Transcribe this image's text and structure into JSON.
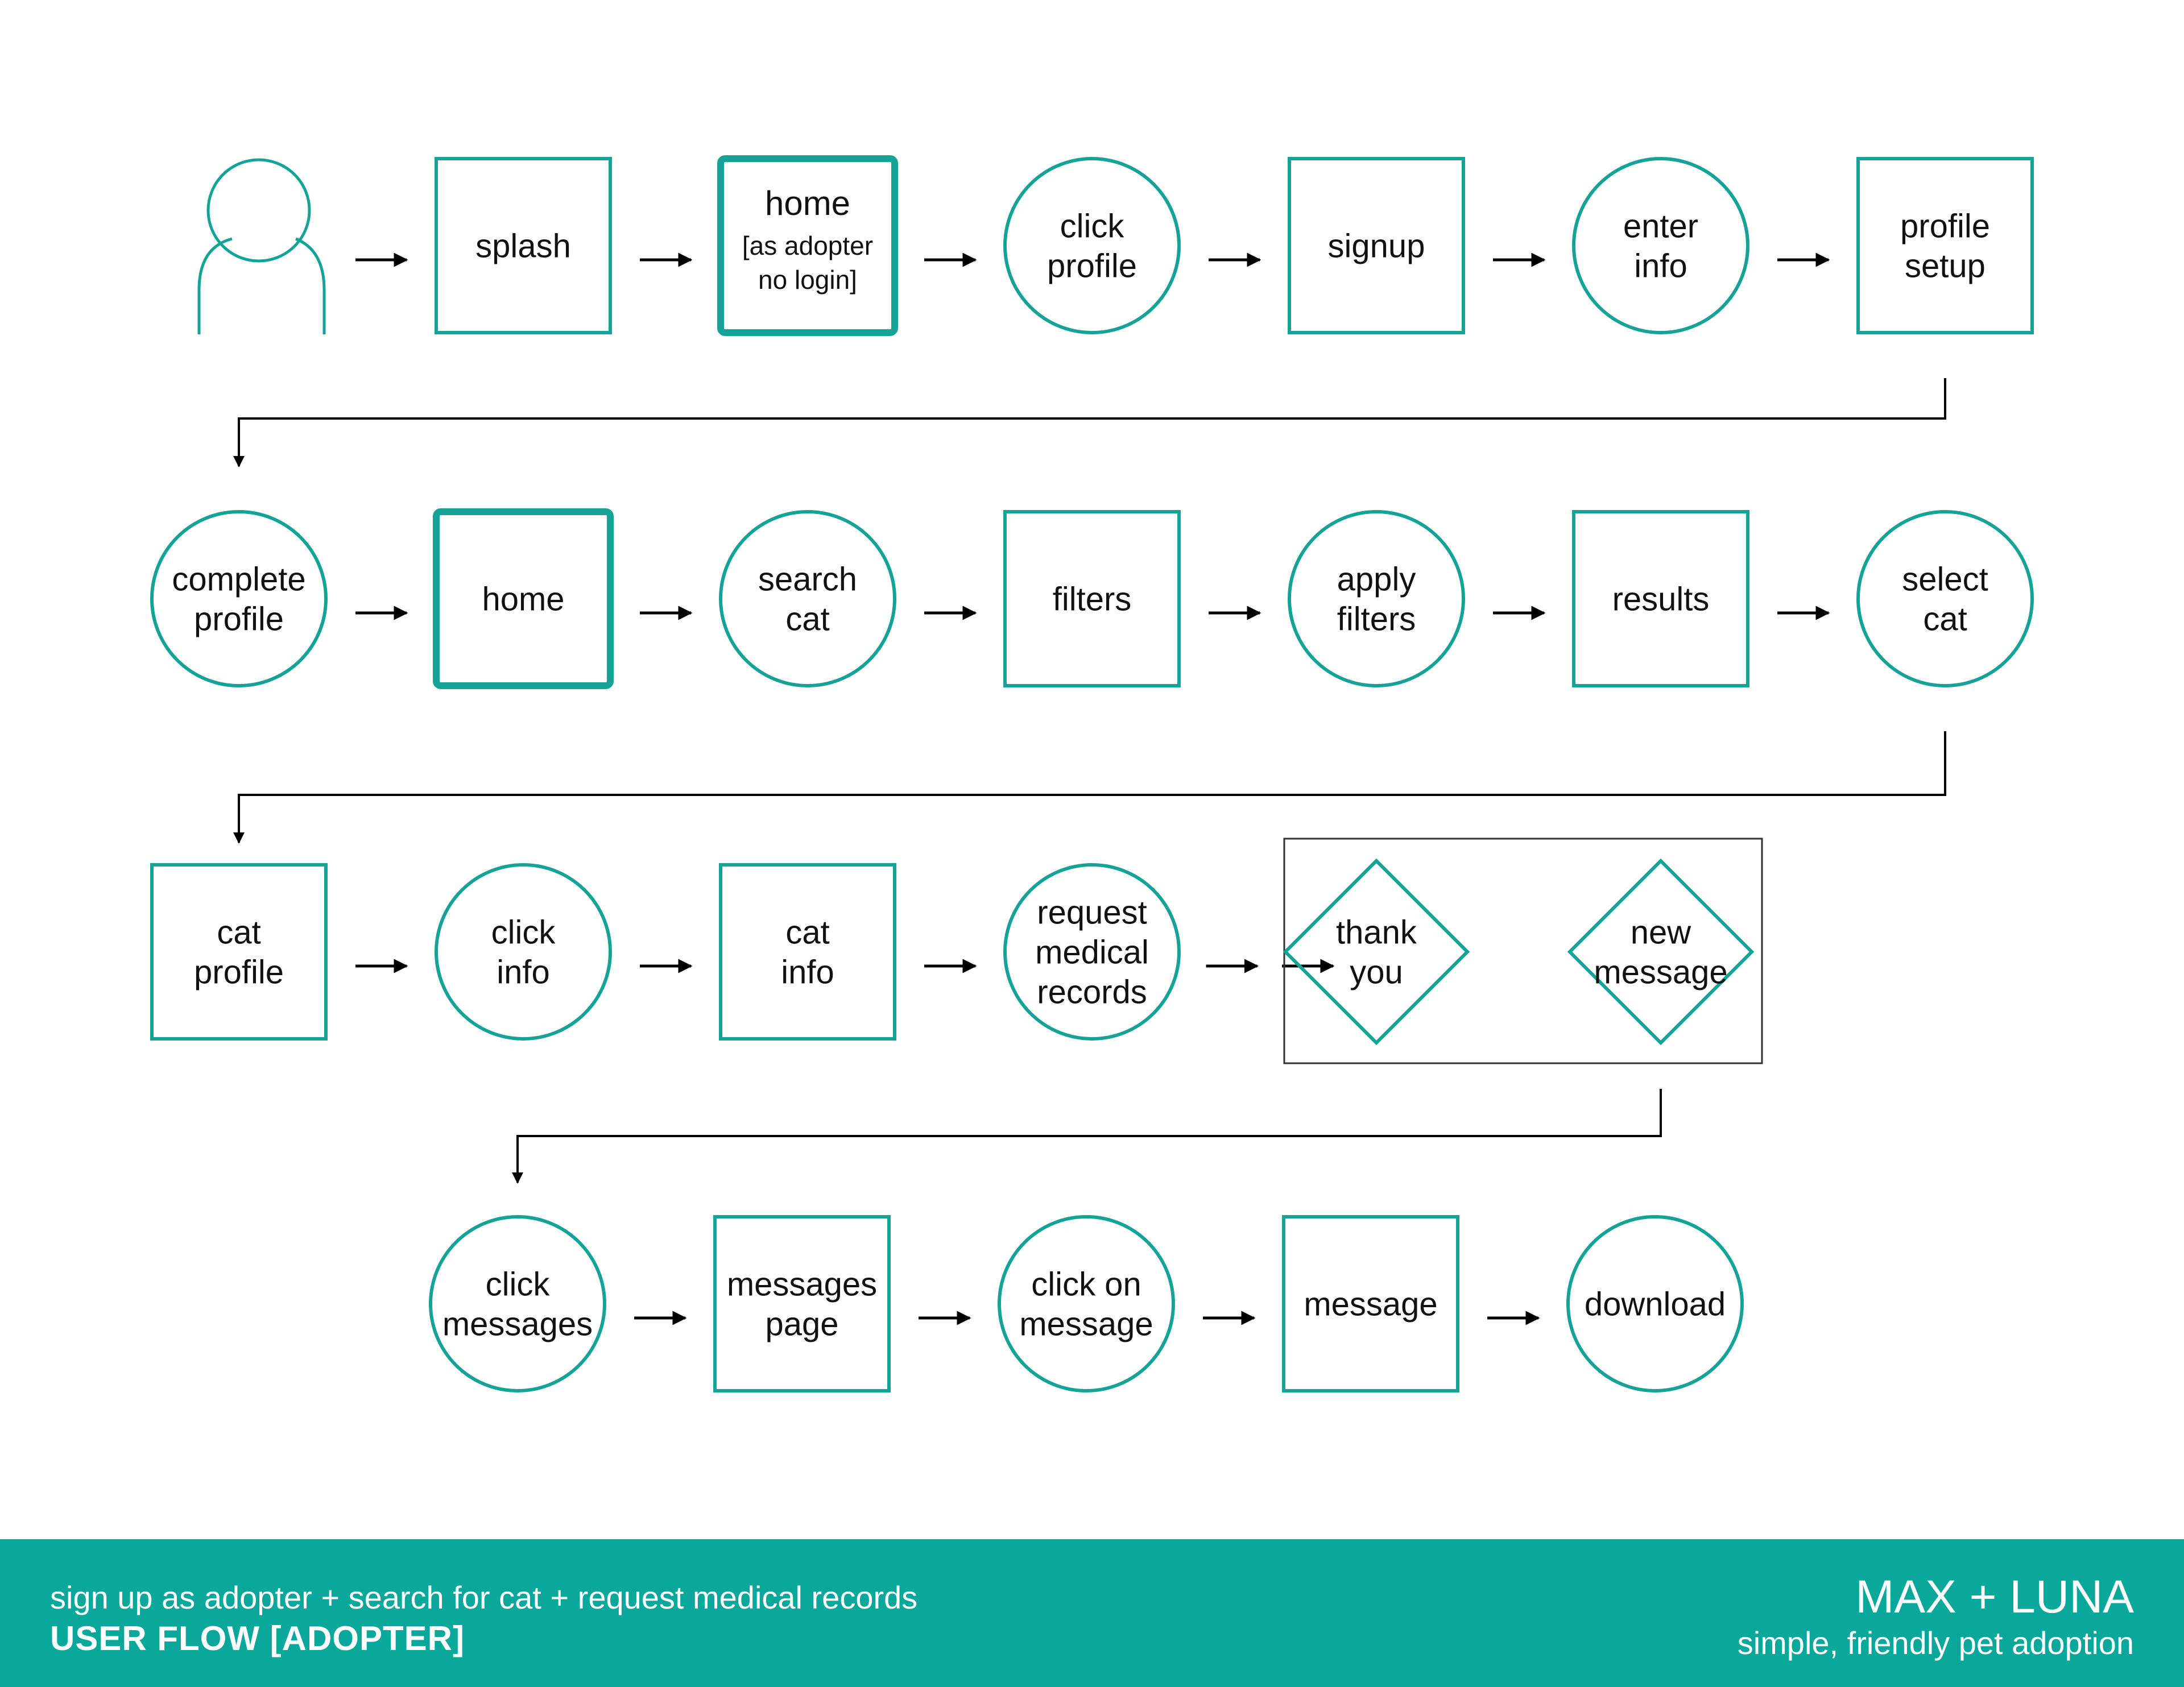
{
  "colors": {
    "teal": "#14a396",
    "footer_bg": "#0aa89a",
    "line": "#000000",
    "text": "#111111",
    "footer_text": "#ffffff"
  },
  "footer": {
    "subtitle": "sign up as adopter + search for cat + request medical records",
    "title": "USER FLOW [ADOPTER]",
    "brand": "MAX + LUNA",
    "tagline": "simple, friendly pet adoption"
  },
  "nodes": [
    {
      "id": "user",
      "shape": "user-icon",
      "label": []
    },
    {
      "id": "splash",
      "shape": "square",
      "label": [
        "splash"
      ]
    },
    {
      "id": "home-guest",
      "shape": "square-bold",
      "label": [
        "home",
        "[as adopter",
        "no login]"
      ]
    },
    {
      "id": "click-profile",
      "shape": "circle",
      "label": [
        "click",
        "profile"
      ]
    },
    {
      "id": "signup",
      "shape": "square",
      "label": [
        "signup"
      ]
    },
    {
      "id": "enter-info",
      "shape": "circle",
      "label": [
        "enter",
        "info"
      ]
    },
    {
      "id": "profile-setup",
      "shape": "square",
      "label": [
        "profile",
        "setup"
      ]
    },
    {
      "id": "complete-profile",
      "shape": "circle",
      "label": [
        "complete",
        "profile"
      ]
    },
    {
      "id": "home",
      "shape": "square-bold",
      "label": [
        "home"
      ]
    },
    {
      "id": "search-cat",
      "shape": "circle",
      "label": [
        "search",
        "cat"
      ]
    },
    {
      "id": "filters",
      "shape": "square",
      "label": [
        "filters"
      ]
    },
    {
      "id": "apply-filters",
      "shape": "circle",
      "label": [
        "apply",
        "filters"
      ]
    },
    {
      "id": "results",
      "shape": "square",
      "label": [
        "results"
      ]
    },
    {
      "id": "select-cat",
      "shape": "circle",
      "label": [
        "select",
        "cat"
      ]
    },
    {
      "id": "cat-profile",
      "shape": "square",
      "label": [
        "cat",
        "profile"
      ]
    },
    {
      "id": "click-info",
      "shape": "circle",
      "label": [
        "click",
        "info"
      ]
    },
    {
      "id": "cat-info",
      "shape": "square",
      "label": [
        "cat",
        "info"
      ]
    },
    {
      "id": "request-medical-records",
      "shape": "circle",
      "label": [
        "request",
        "medical",
        "records"
      ]
    },
    {
      "id": "thank-you",
      "shape": "diamond",
      "label": [
        "thank",
        "you"
      ]
    },
    {
      "id": "new-message",
      "shape": "diamond",
      "label": [
        "new",
        "message"
      ]
    },
    {
      "id": "click-messages",
      "shape": "circle",
      "label": [
        "click",
        "messages"
      ]
    },
    {
      "id": "messages-page",
      "shape": "square",
      "label": [
        "messages",
        "page"
      ]
    },
    {
      "id": "click-on-message",
      "shape": "circle",
      "label": [
        "click on",
        "message"
      ]
    },
    {
      "id": "message",
      "shape": "square",
      "label": [
        "message"
      ]
    },
    {
      "id": "download",
      "shape": "circle",
      "label": [
        "download"
      ]
    }
  ],
  "edges": [
    {
      "from": "user",
      "to": "splash"
    },
    {
      "from": "splash",
      "to": "home-guest"
    },
    {
      "from": "home-guest",
      "to": "click-profile"
    },
    {
      "from": "click-profile",
      "to": "signup"
    },
    {
      "from": "signup",
      "to": "enter-info"
    },
    {
      "from": "enter-info",
      "to": "profile-setup"
    },
    {
      "from": "profile-setup",
      "to": "complete-profile"
    },
    {
      "from": "complete-profile",
      "to": "home"
    },
    {
      "from": "home",
      "to": "search-cat"
    },
    {
      "from": "search-cat",
      "to": "filters"
    },
    {
      "from": "filters",
      "to": "apply-filters"
    },
    {
      "from": "apply-filters",
      "to": "results"
    },
    {
      "from": "results",
      "to": "select-cat"
    },
    {
      "from": "select-cat",
      "to": "cat-profile"
    },
    {
      "from": "cat-profile",
      "to": "click-info"
    },
    {
      "from": "click-info",
      "to": "cat-info"
    },
    {
      "from": "cat-info",
      "to": "request-medical-records"
    },
    {
      "from": "request-medical-records",
      "to": "outcome-group"
    },
    {
      "from": "outcome-group",
      "to": "click-messages"
    },
    {
      "from": "click-messages",
      "to": "messages-page"
    },
    {
      "from": "messages-page",
      "to": "click-on-message"
    },
    {
      "from": "click-on-message",
      "to": "message"
    },
    {
      "from": "message",
      "to": "download"
    }
  ],
  "groups": [
    {
      "id": "outcome-group",
      "members": [
        "thank-you",
        "new-message"
      ]
    }
  ]
}
